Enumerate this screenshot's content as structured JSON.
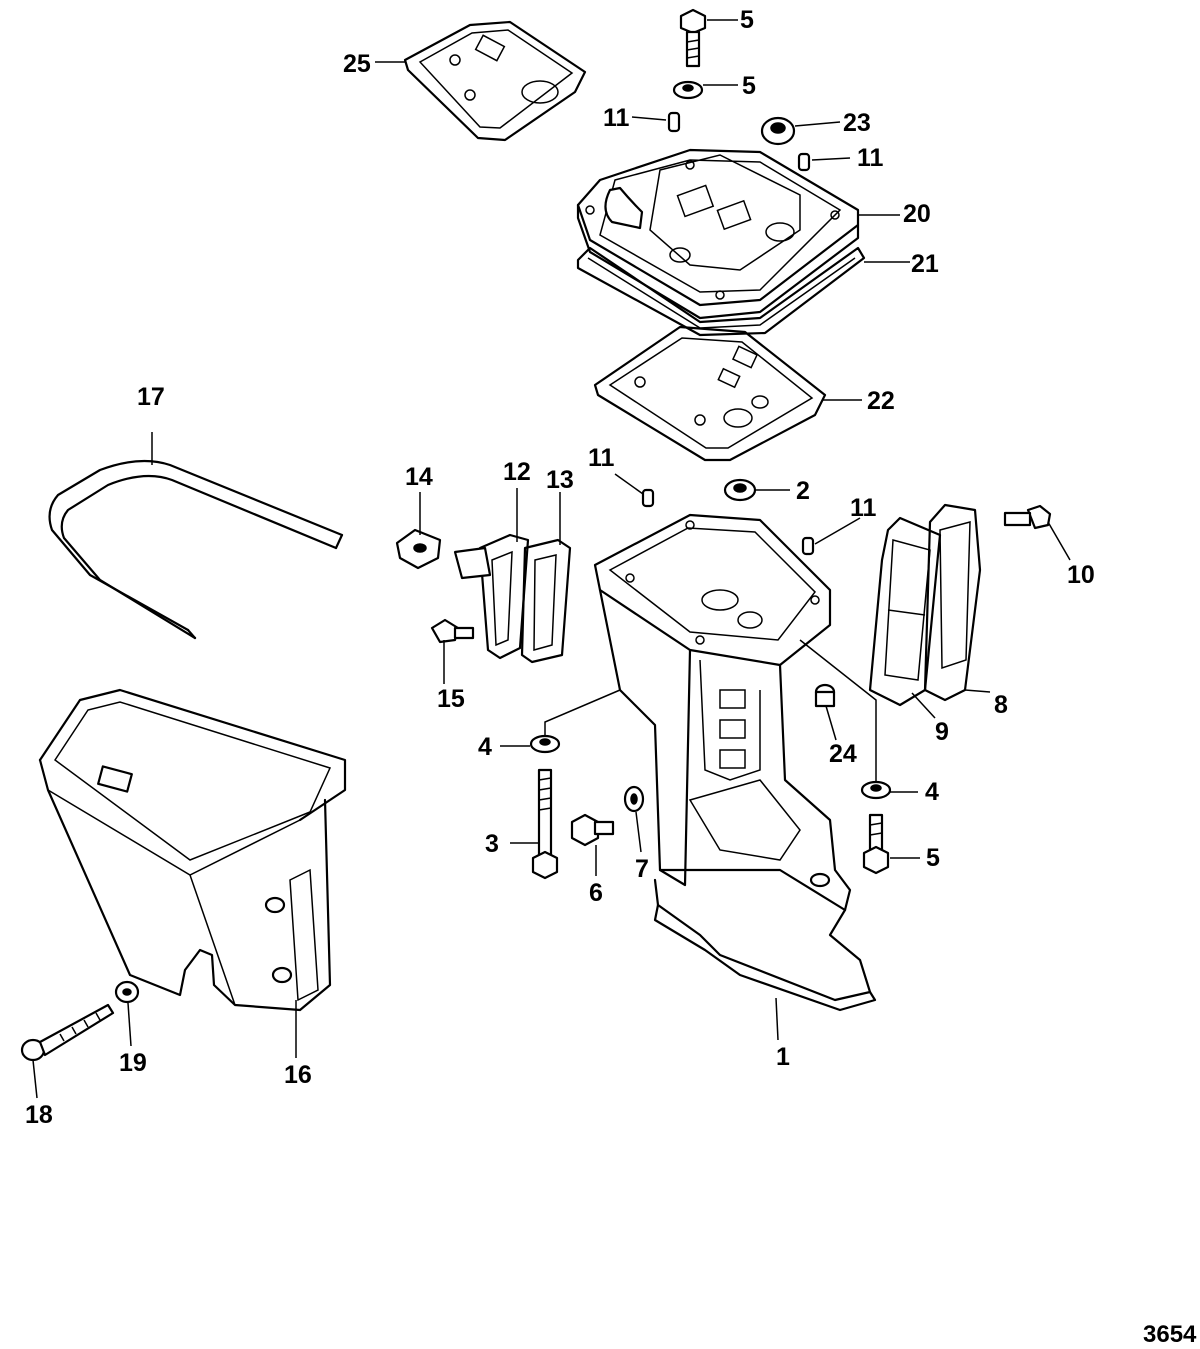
{
  "figure_number": "3654",
  "callouts": [
    {
      "id": "c5a",
      "label": "5"
    },
    {
      "id": "c5b",
      "label": "5"
    },
    {
      "id": "c25",
      "label": "25"
    },
    {
      "id": "c11a",
      "label": "11"
    },
    {
      "id": "c23",
      "label": "23"
    },
    {
      "id": "c11b",
      "label": "11"
    },
    {
      "id": "c20",
      "label": "20"
    },
    {
      "id": "c21",
      "label": "21"
    },
    {
      "id": "c22",
      "label": "22"
    },
    {
      "id": "c17",
      "label": "17"
    },
    {
      "id": "c14",
      "label": "14"
    },
    {
      "id": "c12",
      "label": "12"
    },
    {
      "id": "c13",
      "label": "13"
    },
    {
      "id": "c11c",
      "label": "11"
    },
    {
      "id": "c2",
      "label": "2"
    },
    {
      "id": "c11d",
      "label": "11"
    },
    {
      "id": "c10",
      "label": "10"
    },
    {
      "id": "c15",
      "label": "15"
    },
    {
      "id": "c9",
      "label": "9"
    },
    {
      "id": "c8",
      "label": "8"
    },
    {
      "id": "c24",
      "label": "24"
    },
    {
      "id": "c4a",
      "label": "4"
    },
    {
      "id": "c4b",
      "label": "4"
    },
    {
      "id": "c3",
      "label": "3"
    },
    {
      "id": "c6",
      "label": "6"
    },
    {
      "id": "c7",
      "label": "7"
    },
    {
      "id": "c5c",
      "label": "5"
    },
    {
      "id": "c1",
      "label": "1"
    },
    {
      "id": "c19",
      "label": "19"
    },
    {
      "id": "c16",
      "label": "16"
    },
    {
      "id": "c18",
      "label": "18"
    }
  ]
}
